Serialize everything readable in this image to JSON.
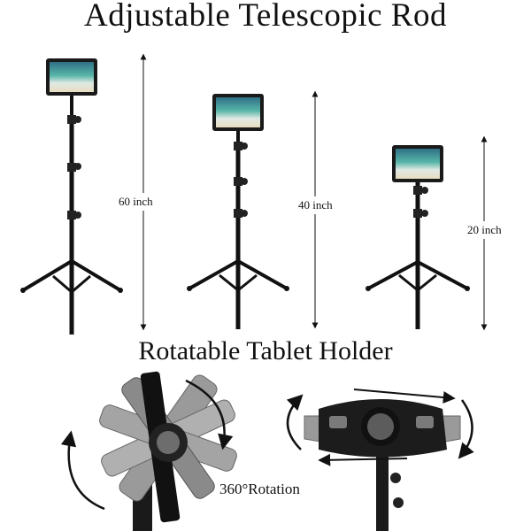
{
  "title": "Adjustable Telescopic Rod",
  "subtitle": "Rotatable Tablet Holder",
  "stands": [
    {
      "height_label": "60 inch"
    },
    {
      "height_label": "40 inch"
    },
    {
      "height_label": "20 inch"
    }
  ],
  "rotation_label": "360°Rotation",
  "colors": {
    "pole": "#111111",
    "screen_top": "#58b6a8",
    "screen_bottom": "#e8dcc0",
    "bracket": "#8a8a8a"
  }
}
